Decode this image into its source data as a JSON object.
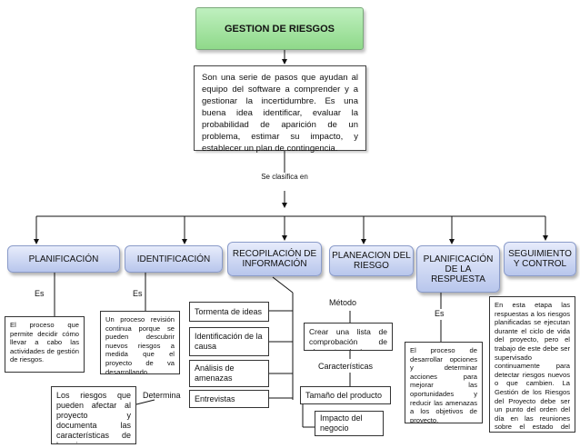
{
  "title": "GESTION DE RIESGOS",
  "definition": "Son una serie de pasos que ayudan al equipo del software a comprender y a gestionar la incertidumbre. Es una buena idea identificar, evaluar la probabilidad de aparición de un problema, estimar su impacto, y establecer un plan de contingencia.",
  "classify_label": "Se clasifica en",
  "phases": {
    "planificacion": "PLANIFICACIÓN",
    "identificacion": "IDENTIFICACIÓN",
    "recopilacion": "RECOPILACIÓN DE INFORMACIÓN",
    "planeacion": "PLANEACION DEL RIESGO",
    "respuesta": "PLANIFICACIÓN DE LA RESPUESTA",
    "seguimiento": "SEGUIMIENTO Y CONTROL"
  },
  "connectors": {
    "es_1": "Es",
    "es_2": "Es",
    "es_3": "Es",
    "metodo": "Método",
    "caracteristicas": "Características",
    "determina": "Determina"
  },
  "notes": {
    "planificacion": "El proceso que permite decidir cómo llevar a cabo las actividades de gestión de riesgos.",
    "identificacion": "Un proceso revisión continua porque se pueden descubrir nuevos riesgos a medida que el proyecto de va desarrollando.",
    "determina": "Los riesgos que pueden afectar al proyecto y documenta las características de los mismos.",
    "metodo": "Crear una lista de comprobación de elementos de riesgo.",
    "respuesta": "El proceso de desarrollar opciones y determinar acciones para mejorar las oportunidades y reducir las amenazas a los objetivos de proyecto.",
    "seguimiento": "En esta etapa las respuestas a los riesgos planificadas se ejecutan durante el ciclo de vida del proyecto, pero el trabajo de este debe ser supervisado continuamente para detectar riesgos nuevos o que cambien. La Gestión de los Riesgos del Proyecto debe ser un punto del orden del día en las reuniones sobre el estado del proyecto."
  },
  "recopilacion_items": [
    "Tormenta de ideas",
    "Identificación de la causa",
    "Análisis de amenazas",
    "Entrevistas"
  ],
  "caracteristicas_items": [
    "Tamaño del producto",
    "Impacto del negocio"
  ]
}
